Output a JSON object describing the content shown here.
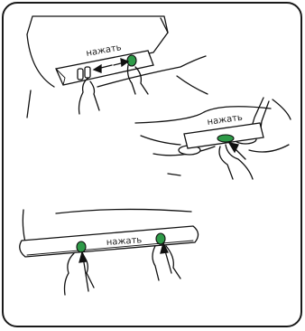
{
  "steps": [
    {
      "label": "нажать"
    },
    {
      "label": "нажать"
    },
    {
      "label": "нажать"
    }
  ],
  "colors": {
    "frame": "#1a1a1a",
    "button": "#2e9a48",
    "line": "#111111"
  }
}
